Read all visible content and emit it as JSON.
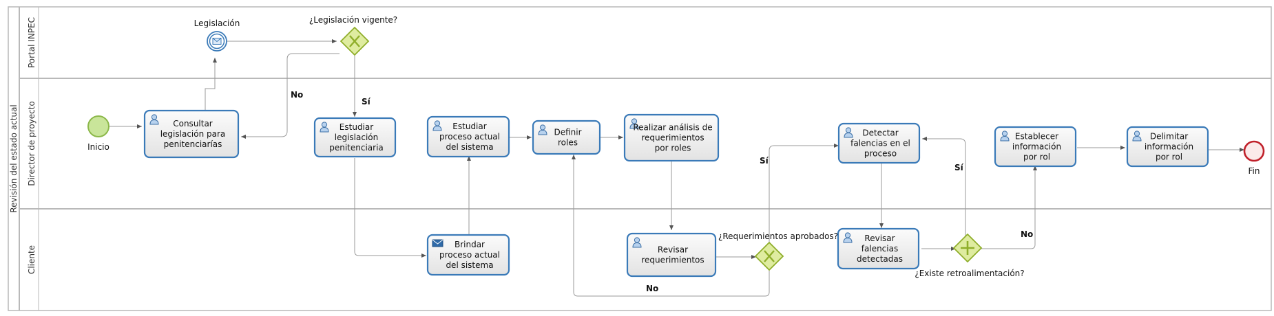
{
  "pool": {
    "label": "Revisión del estado actual"
  },
  "lanes": [
    {
      "id": "portal",
      "label": "Portal INPEC"
    },
    {
      "id": "director",
      "label": "Director de proyecto"
    },
    {
      "id": "cliente",
      "label": "Cliente"
    }
  ],
  "events": {
    "start": {
      "label": "Inicio"
    },
    "message": {
      "label": "Legislación"
    },
    "end": {
      "label": "Fin"
    }
  },
  "gateways": {
    "g1": {
      "label": "¿Legislación vigente?",
      "kind": "exclusive"
    },
    "g2": {
      "label": "¿Requerimientos aprobados?",
      "kind": "exclusive"
    },
    "g3": {
      "label": "¿Existe retroalimentación?",
      "kind": "parallel"
    }
  },
  "tasks": {
    "t1": {
      "lines": [
        "Consultar",
        "legislación para",
        "penitenciarías"
      ],
      "icon": "user-icon"
    },
    "t2": {
      "lines": [
        "Estudiar",
        "legislación",
        "penitenciaria"
      ],
      "icon": "user-icon"
    },
    "t3": {
      "lines": [
        "Estudiar",
        "proceso actual",
        "del sistema"
      ],
      "icon": "user-icon"
    },
    "t4": {
      "lines": [
        "Definir",
        "roles"
      ],
      "icon": "user-icon"
    },
    "t5": {
      "lines": [
        "Realizar análisis de",
        "requerimientos",
        "por roles"
      ],
      "icon": "user-icon"
    },
    "t6": {
      "lines": [
        "Detectar",
        "falencias en el",
        "proceso"
      ],
      "icon": "user-icon"
    },
    "t7": {
      "lines": [
        "Establecer",
        "información",
        "por rol"
      ],
      "icon": "user-icon"
    },
    "t8": {
      "lines": [
        "Delimitar",
        "información",
        "por rol"
      ],
      "icon": "user-icon"
    },
    "t9": {
      "lines": [
        "Brindar",
        "proceso actual",
        "del sistema"
      ],
      "icon": "envelope-icon"
    },
    "t10": {
      "lines": [
        "Revisar",
        "requerimientos"
      ],
      "icon": "user-icon"
    },
    "t11": {
      "lines": [
        "Revisar",
        "falencias",
        "detectadas"
      ],
      "icon": "user-icon"
    }
  },
  "flow_labels": {
    "g1_no": "No",
    "g1_si": "Sí",
    "g2_si": "Sí",
    "g2_no": "No",
    "g3_si": "Sí",
    "g3_no": "No"
  },
  "colors": {
    "task_border": "#3a7ab8",
    "start_fill": "#c9e59a",
    "start_stroke": "#8cb84a",
    "end_stroke": "#c0202a",
    "gateway_fill": "#dfeca0",
    "gateway_stroke": "#8fae2a",
    "message_stroke": "#3a7ab8"
  }
}
